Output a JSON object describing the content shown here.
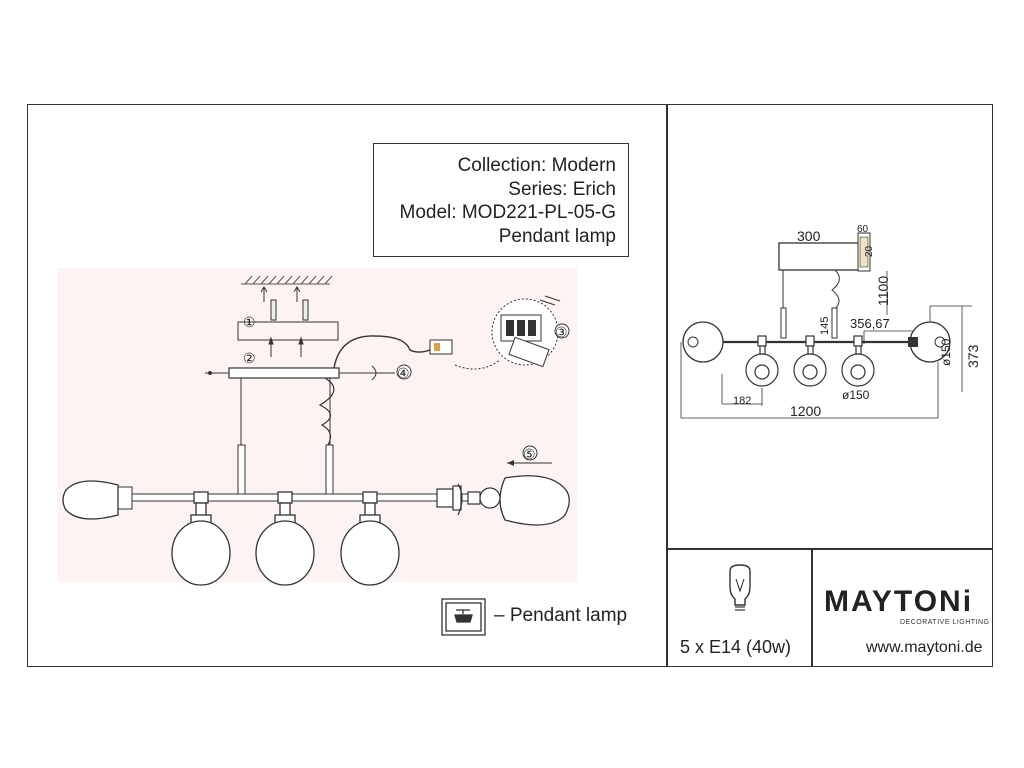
{
  "info": {
    "collection": "Collection: Modern",
    "series": "Series: Erich",
    "model": "Model: MOD221-PL-05-G",
    "type": "Pendant lamp"
  },
  "steps": [
    "①",
    "②",
    "③",
    "④",
    "⑤"
  ],
  "legend": {
    "label": "– Pendant lamp"
  },
  "dimensions": {
    "canopy_width": "300",
    "canopy_height": "60",
    "canopy_depth": "20",
    "drop": "1100",
    "rod": "145",
    "arm": "356,67",
    "shade_dia_right": "ø150",
    "shade_dia_bottom": "ø150",
    "height": "373",
    "spacing": "182",
    "length": "1200"
  },
  "spec": {
    "bulbs": "5 x E14 (40w)"
  },
  "brand": {
    "name": "MAYTONi",
    "tagline": "DECORATIVE LIGHTING",
    "website": "www.maytoni.de"
  }
}
